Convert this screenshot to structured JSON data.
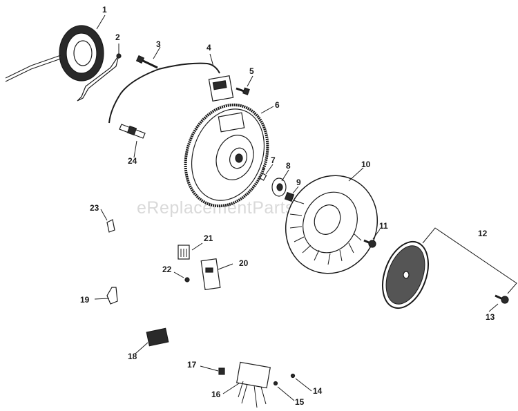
{
  "watermark": "eReplacementParts.com",
  "callouts": [
    "1",
    "2",
    "3",
    "4",
    "5",
    "6",
    "7",
    "8",
    "9",
    "10",
    "11",
    "12",
    "13",
    "14",
    "15",
    "16",
    "17",
    "18",
    "19",
    "20",
    "21",
    "22",
    "23",
    "24"
  ],
  "colors": {
    "line": "#1a1a1a",
    "watermark": "#d9d9d9",
    "background": "#ffffff"
  }
}
